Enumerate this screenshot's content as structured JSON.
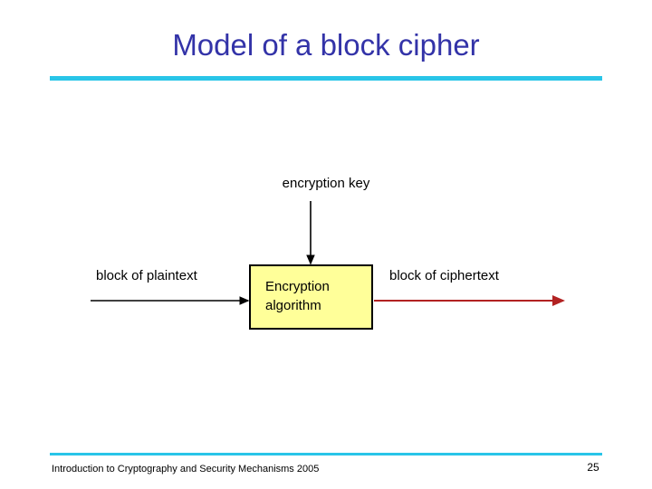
{
  "slide": {
    "title": "Model of a block cipher",
    "title_color": "#3333a8",
    "background_color": "#ffffff",
    "accent_rule_color": "#29c5e8"
  },
  "diagram": {
    "type": "block-flow",
    "key_label": "encryption key",
    "input_label": "block of plaintext",
    "output_label": "block of ciphertext",
    "process_box": {
      "label": "Encryption\nalgorithm",
      "fill_color": "#ffff99",
      "border_color": "#000000"
    },
    "arrows": [
      {
        "name": "key-arrow",
        "direction": "down",
        "color": "#000000"
      },
      {
        "name": "plaintext-arrow",
        "direction": "right",
        "color": "#000000"
      },
      {
        "name": "ciphertext-arrow",
        "direction": "right",
        "color": "#b22222"
      }
    ]
  },
  "footer": {
    "text": "Introduction to Cryptography and Security Mechanisms 2005",
    "page_number": "25"
  }
}
